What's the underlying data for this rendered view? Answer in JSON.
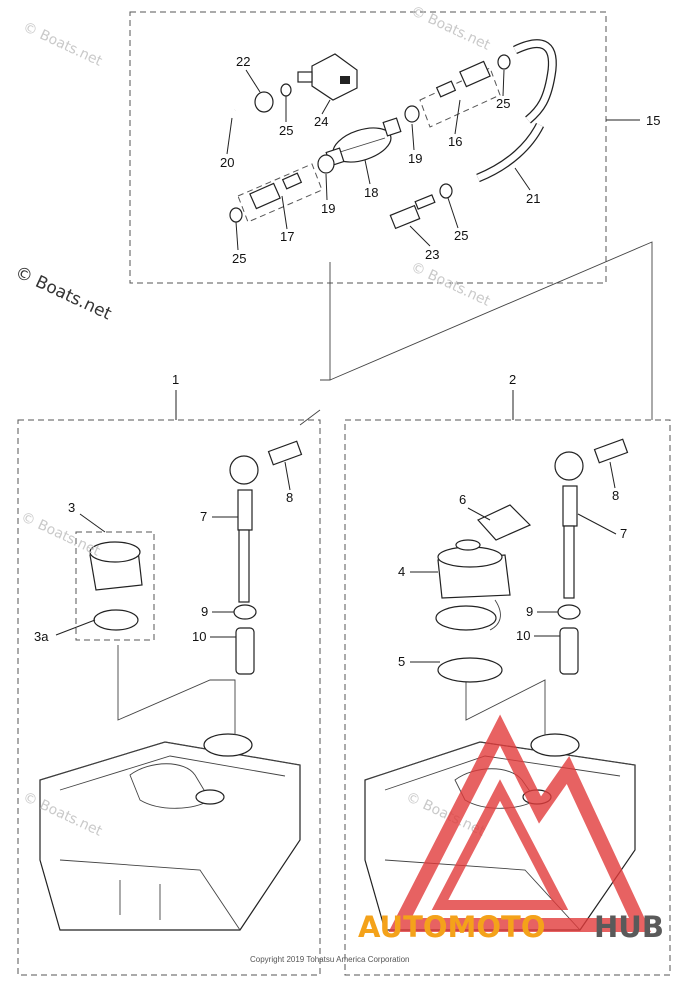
{
  "callouts": {
    "c1": "1",
    "c2": "2",
    "c3": "3",
    "c3a": "3a",
    "c4": "4",
    "c5": "5",
    "c6": "6",
    "c7a": "7",
    "c7b": "7",
    "c8a": "8",
    "c8b": "8",
    "c9a": "9",
    "c9b": "9",
    "c10a": "10",
    "c10b": "10",
    "c15": "15",
    "c16": "16",
    "c17": "17",
    "c18": "18",
    "c19a": "19",
    "c19b": "19",
    "c20": "20",
    "c21": "21",
    "c22": "22",
    "c23": "23",
    "c24": "24",
    "c25a": "25",
    "c25b": "25",
    "c25c": "25",
    "c25d": "25"
  },
  "watermarks": {
    "boats": "© Boats.net",
    "boats_big": "© Boats.net"
  },
  "copyright": "Copyright 2019 Tohatsu America Corporation",
  "brand": {
    "auto_moto": "AUTOMOTO",
    "hub": "HUB"
  },
  "colors": {
    "brand_orange": "#f4a21a",
    "brand_gray": "#5a5a5a",
    "triangle_red": "#e23b3b"
  }
}
